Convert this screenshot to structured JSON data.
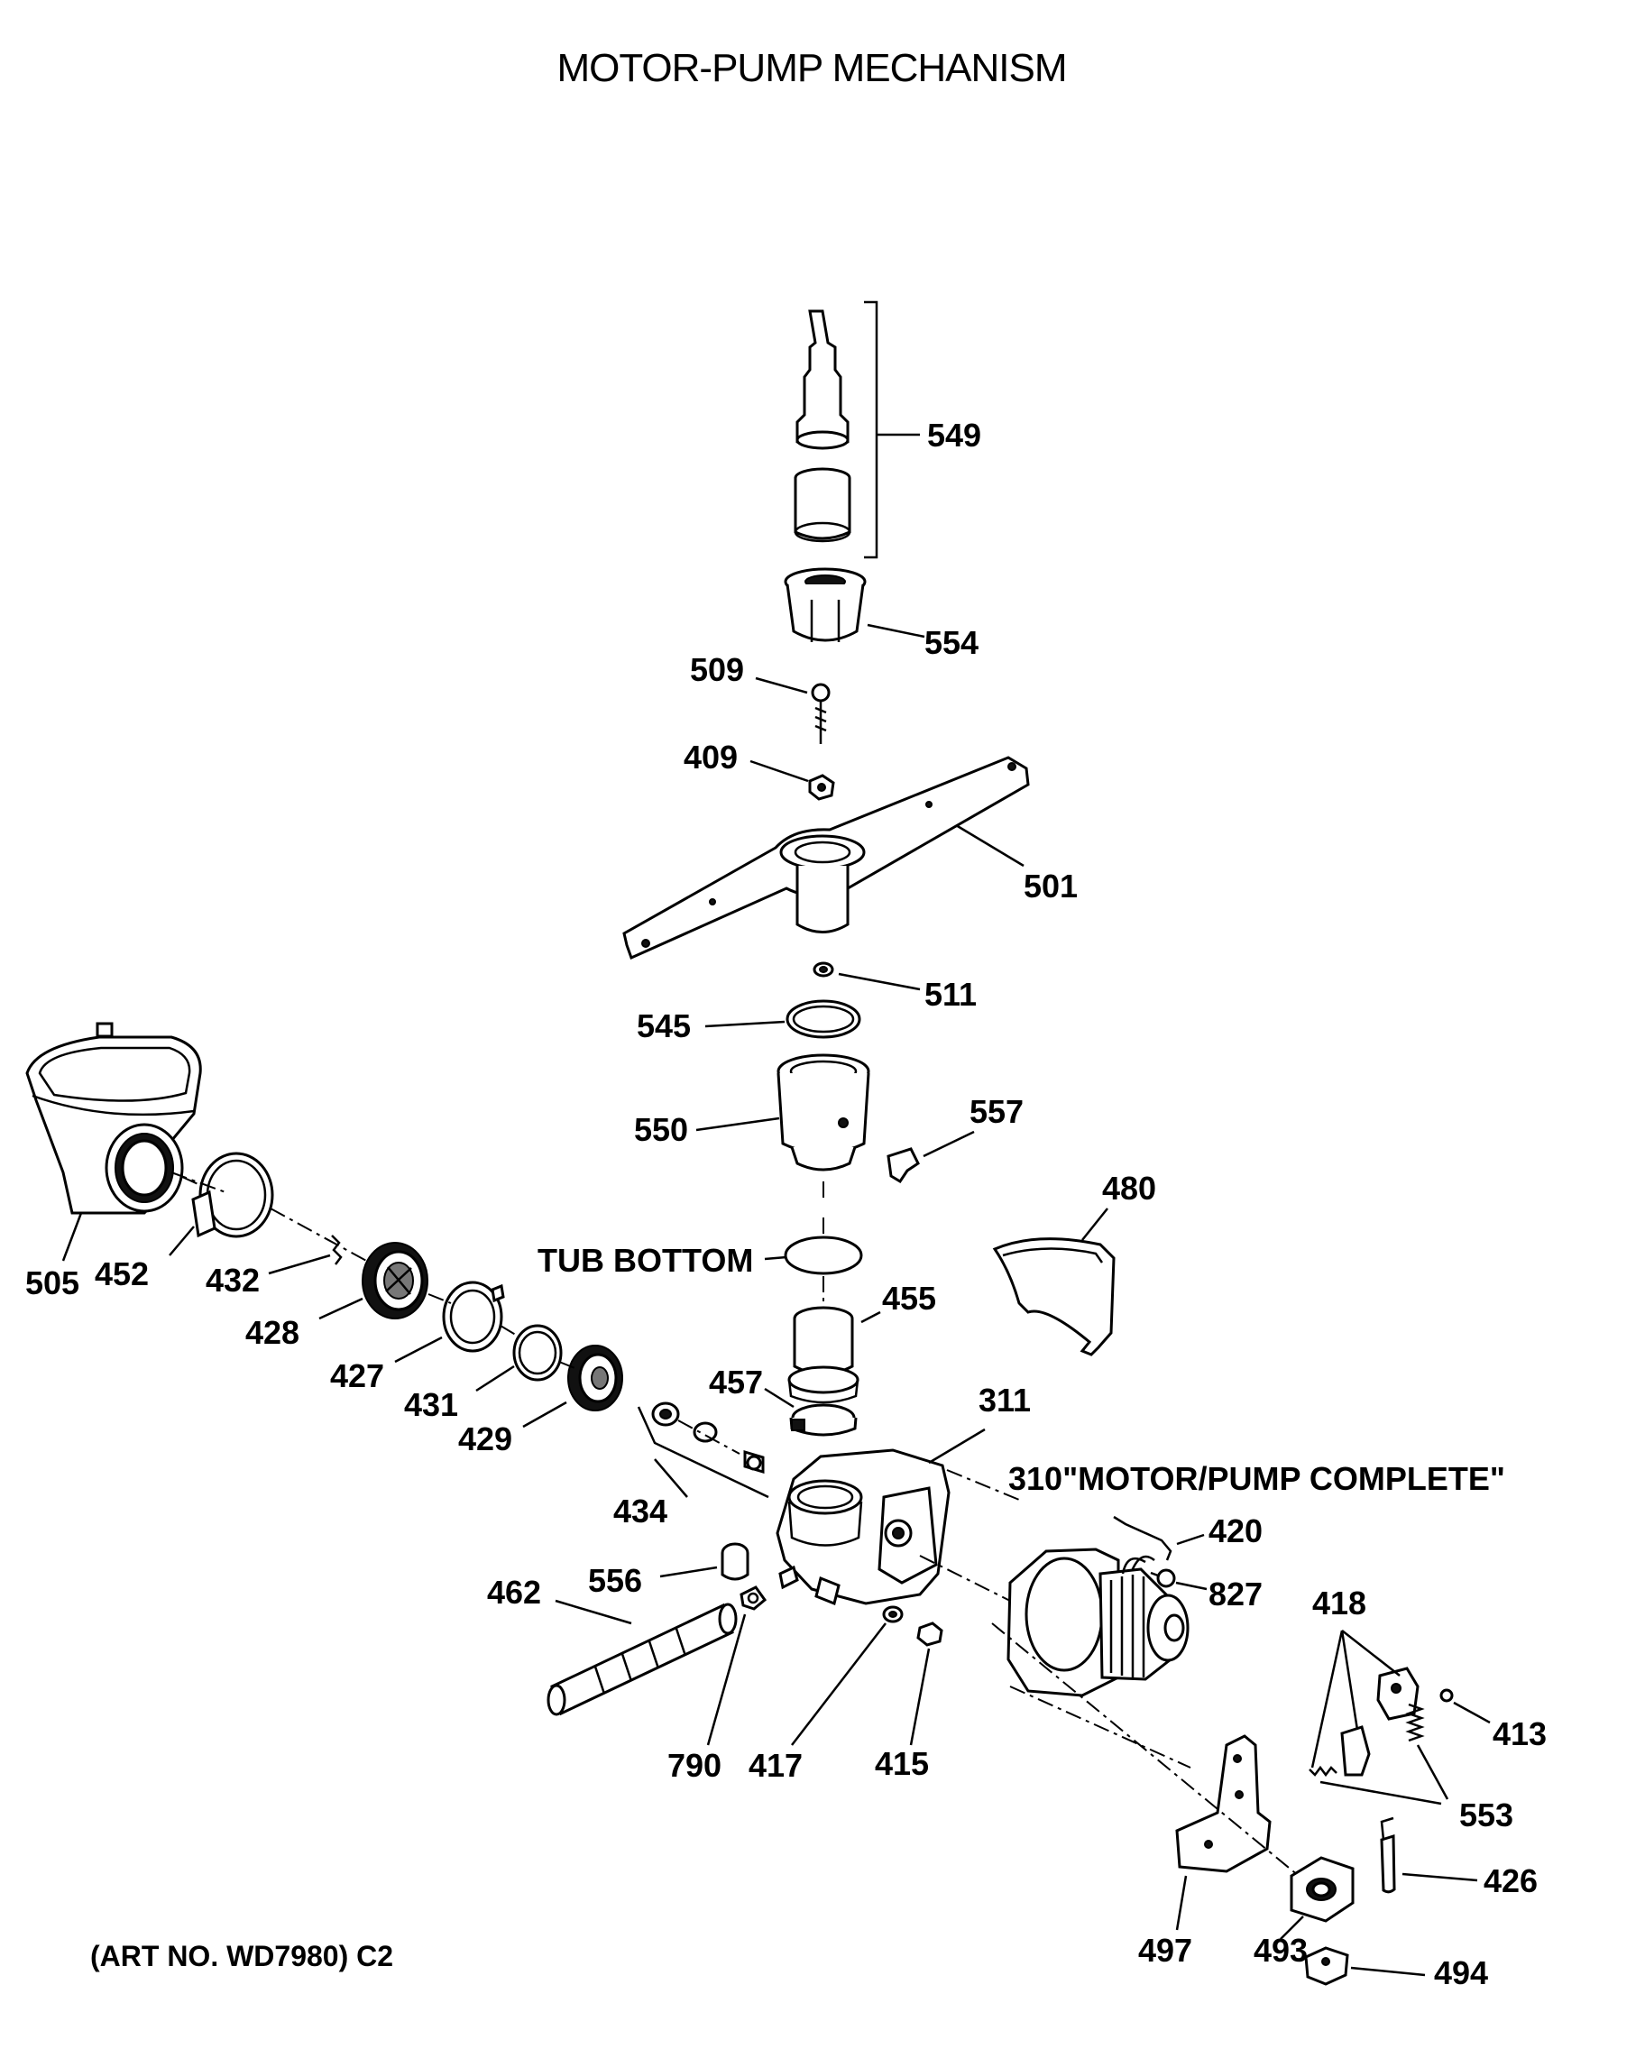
{
  "title": "MOTOR-PUMP MECHANISM",
  "footer": "(ART NO. WD7980) C2",
  "notes": {
    "tub_bottom": "TUB BOTTOM",
    "motor_pump_complete": "310\"MOTOR/PUMP COMPLETE\""
  },
  "parts": {
    "p549": "549",
    "p554": "554",
    "p509": "509",
    "p409": "409",
    "p501": "501",
    "p511": "511",
    "p545": "545",
    "p550": "550",
    "p557": "557",
    "p480": "480",
    "p505": "505",
    "p452": "452",
    "p432": "432",
    "p428": "428",
    "p427": "427",
    "p431": "431",
    "p429": "429",
    "p455": "455",
    "p457": "457",
    "p311": "311",
    "p434": "434",
    "p420": "420",
    "p827": "827",
    "p418": "418",
    "p462": "462",
    "p556": "556",
    "p413": "413",
    "p553": "553",
    "p790": "790",
    "p417": "417",
    "p415": "415",
    "p426": "426",
    "p497": "497",
    "p493": "493",
    "p494": "494"
  }
}
